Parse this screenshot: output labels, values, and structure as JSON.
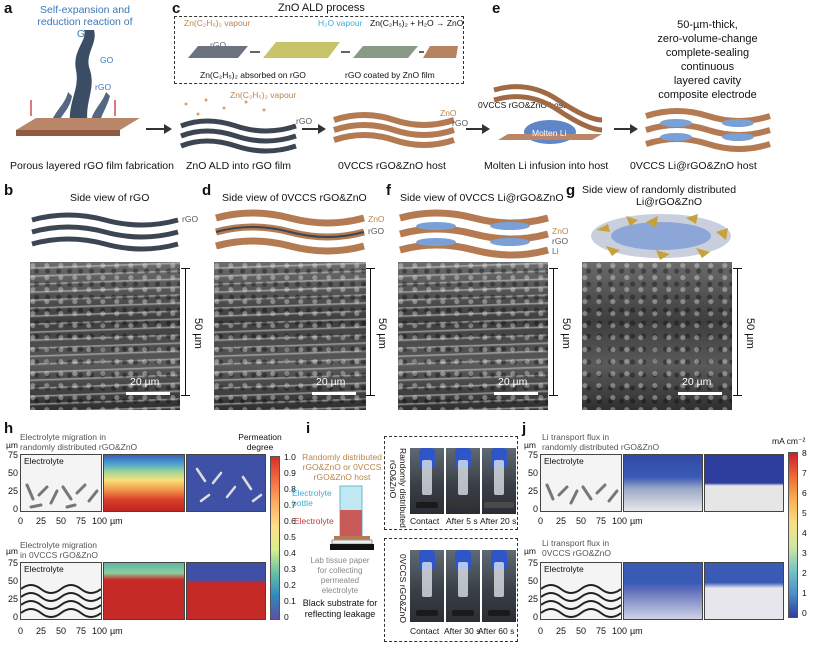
{
  "panel_labels": {
    "a": "a",
    "b": "b",
    "c": "c",
    "d": "d",
    "e": "e",
    "f": "f",
    "g": "g",
    "h": "h",
    "i": "i",
    "j": "j"
  },
  "panel_a": {
    "title": "Self-expansion and reduction reaction of GO",
    "go": "GO",
    "rgo": "rGO",
    "hotplate": "Hotplate",
    "caption": "Porous layered rGO film fabrication"
  },
  "panel_c": {
    "title": "ZnO ALD process",
    "vapour1": "Zn(C₂H₅)₂ vapour",
    "rgo_small": "rGO",
    "h2o": "H₂O vapour",
    "reaction": "Zn(C₂H₅)₂ + H₂O → ZnO",
    "absorbed": "Zn(C₂H₅)₂ absorbed on rGO",
    "coated": "rGO coated by ZnO film",
    "vapour2": "Zn(C₂H₅)₂ vapour",
    "rgo_stack": "rGO",
    "caption1": "ZnO ALD into rGO film",
    "zno": "ZnO",
    "rgo2": "rGO",
    "caption2": "0VCCS rGO&ZnO host"
  },
  "panel_e": {
    "host": "0VCCS rGO&ZnO host",
    "molten": "Molten Li",
    "caption": "Molten Li infusion into host",
    "desc": [
      "50-µm-thick,",
      "zero-volume-change",
      "complete-sealing",
      "continuous",
      "layered cavity",
      "composite electrode"
    ],
    "caption2": "0VCCS Li@rGO&ZnO host"
  },
  "panel_b": {
    "title": "Side view of rGO",
    "rgo": "rGO",
    "scale": "20 µm",
    "thickness": "50 µm"
  },
  "panel_d": {
    "title": "Side view of 0VCCS rGO&ZnO",
    "zno": "ZnO",
    "rgo": "rGO",
    "scale": "20 µm",
    "thickness": "50 µm"
  },
  "panel_f": {
    "title": "Side view of 0VCCS Li@rGO&ZnO",
    "zno": "ZnO",
    "rgo": "rGO",
    "li": "Li",
    "scale": "20 µm",
    "thickness": "50 µm"
  },
  "panel_g": {
    "title1": "Side view of randomly distributed",
    "title2": "Li@rGO&ZnO",
    "scale": "20 µm",
    "thickness": "50 µm"
  },
  "panel_h": {
    "top_title1": "Electrolyte migration in",
    "top_title2": "randomly distributed rGO&ZnO",
    "bottom_title1": "Electrolyte migration",
    "bottom_title2": "in 0VCCS rGO&ZnO",
    "electrolyte": "Electrolyte",
    "unit_y": "µm",
    "unit_x": "µm",
    "yticks": [
      "75",
      "50",
      "25",
      "0"
    ],
    "xticks": [
      "0",
      "25",
      "50",
      "75",
      "100"
    ],
    "cbar_title1": "Permeation",
    "cbar_title2": "degree",
    "cbar_ticks": [
      "1.0",
      "0.9",
      "0.8",
      "0.7",
      "0.6",
      "0.5",
      "0.4",
      "0.3",
      "0.2",
      "0.1",
      "0"
    ]
  },
  "panel_i": {
    "random_label1": "Randomly distributed",
    "random_label2": "rGO&ZnO or 0VCCS",
    "random_label3": "rGO&ZnO host",
    "bottle1": "Electrolyte",
    "bottle2": "bottle",
    "electrolyte": "Electrolyte",
    "tissue1": "Lab tissue paper",
    "tissue2": "for collecting",
    "tissue3": "permeated",
    "tissue4": "electrolyte",
    "black1": "Black substrate for",
    "black2": "reflecting leakage",
    "row1_label1": "Randomly distributed",
    "row1_label2": "rGO&ZnO",
    "row2_label": "0VCCS rGO&ZnO",
    "row1_caps": [
      "Contact",
      "After 5 s",
      "After 20 s"
    ],
    "row2_caps": [
      "Contact",
      "After 30 s",
      "After 60 s"
    ]
  },
  "panel_j": {
    "top_title1": "Li transport flux in",
    "top_title2": "randomly distributed rGO&ZnO",
    "bottom_title1": "Li transport flux in",
    "bottom_title2": "0VCCS rGO&ZnO",
    "electrolyte": "Electrolyte",
    "unit_y": "µm",
    "unit_x": "µm",
    "yticks": [
      "75",
      "50",
      "25",
      "0"
    ],
    "xticks": [
      "0",
      "25",
      "50",
      "75",
      "100"
    ],
    "cbar_title": "mA cm⁻²",
    "cbar_ticks": [
      "8",
      "7",
      "6",
      "5",
      "4",
      "3",
      "2",
      "1",
      "0"
    ]
  }
}
